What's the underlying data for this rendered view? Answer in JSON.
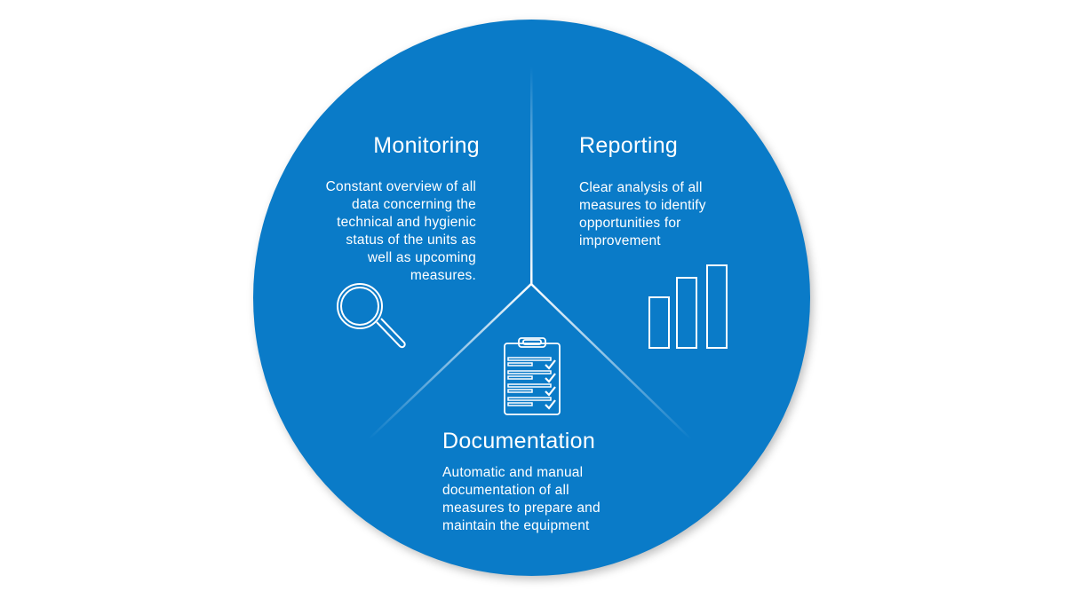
{
  "colors": {
    "circle": "#0a7bc8",
    "line": "#ffffff"
  },
  "sections": {
    "monitoring": {
      "title": "Monitoring",
      "lines": [
        "Constant overview of all",
        "data concerning the",
        "technical and hygienic",
        "status of the units as",
        "well as upcoming",
        "measures."
      ],
      "icon": "magnifier-icon"
    },
    "reporting": {
      "title": "Reporting",
      "lines": [
        "Clear analysis of all",
        "measures to identify",
        "opportunities for",
        "improvement"
      ],
      "icon": "bar-chart-icon"
    },
    "documentation": {
      "title": "Documentation",
      "lines": [
        "Automatic and manual",
        "documentation of all",
        "measures to prepare and",
        "maintain the equipment"
      ],
      "icon": "clipboard-checklist-icon"
    }
  }
}
